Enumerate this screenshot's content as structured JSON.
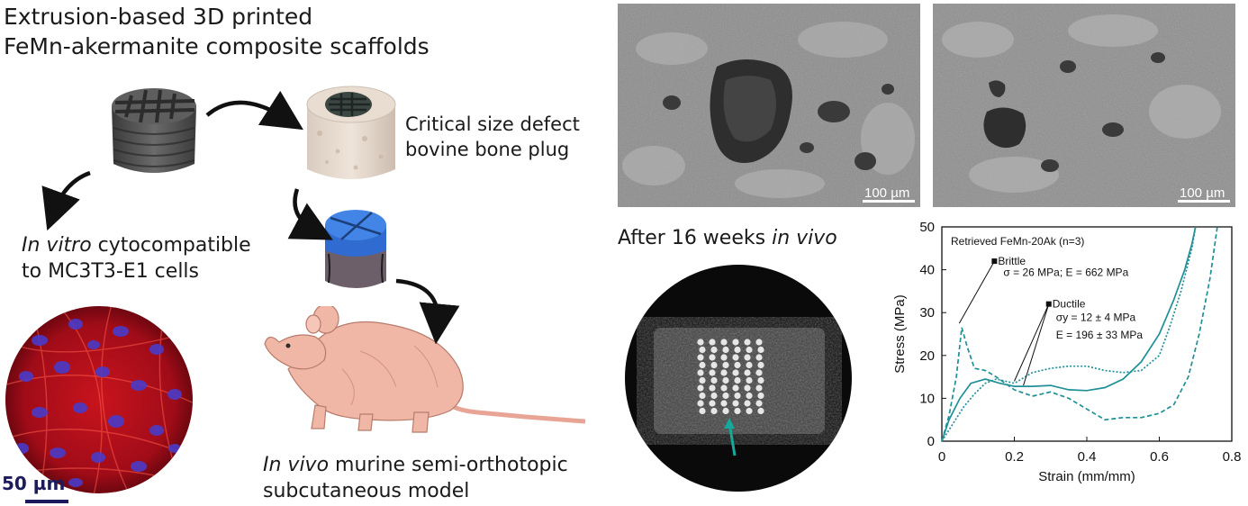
{
  "title": {
    "line1": "Extrusion-based 3D printed",
    "line2": "FeMn-akermanite composite scaffolds"
  },
  "labels": {
    "defect_line1": "Critical size defect",
    "defect_line2": "bovine bone plug",
    "invitro_italic": "In vitro",
    "invitro_rest": " cytocompatible",
    "invitro_line2": "to MC3T3-E1 cells",
    "invivo_italic": "In vivo",
    "invivo_rest": " murine semi-orthotopic",
    "invivo_line2": "subcutaneous model",
    "after_prefix": "After 16 weeks ",
    "after_italic": "in vivo"
  },
  "scale_bars": {
    "sem_left": "100 µm",
    "sem_right": "100 µm",
    "fluorescence": "50 µm"
  },
  "colors": {
    "curve": "#1f8f98",
    "fluor_red": "#c8141e",
    "fluor_blue": "#3a2fb0",
    "scalebar": "#1c1c5c"
  },
  "chart_data": {
    "type": "line",
    "title": "Retrieved FeMn-20Ak (n=3)",
    "xlabel": "Strain (mm/mm)",
    "ylabel": "Stress (MPa)",
    "xlim": [
      0,
      0.8
    ],
    "ylim": [
      0,
      50
    ],
    "xticks": [
      "0",
      "0.2",
      "0.4",
      "0.6",
      "0.8"
    ],
    "yticks": [
      "0",
      "10",
      "20",
      "30",
      "40",
      "50"
    ],
    "annotations": {
      "brittle_label": "Brittle",
      "brittle_values": "σ = 26 MPa; E = 662 MPa",
      "ductile_label": "Ductile",
      "ductile_sigma": "σy = 12 ± 4 MPa",
      "ductile_e": "E = 196 ± 33 MPa"
    },
    "series": [
      {
        "style": "solid",
        "x": [
          0,
          0.02,
          0.05,
          0.08,
          0.12,
          0.16,
          0.2,
          0.25,
          0.3,
          0.35,
          0.4,
          0.45,
          0.5,
          0.55,
          0.6,
          0.64,
          0.67,
          0.69,
          0.7
        ],
        "y": [
          0,
          5,
          10,
          13.5,
          14.5,
          13.5,
          12.8,
          12.8,
          13,
          12,
          11.8,
          12.5,
          14.5,
          18.5,
          25,
          33,
          40,
          46,
          50
        ]
      },
      {
        "style": "dashed",
        "x": [
          0,
          0.02,
          0.04,
          0.055,
          0.07,
          0.09,
          0.12,
          0.15,
          0.2,
          0.25,
          0.3,
          0.35,
          0.4,
          0.45,
          0.5,
          0.55,
          0.6,
          0.64,
          0.68,
          0.71,
          0.74,
          0.76
        ],
        "y": [
          0,
          6,
          15,
          26.5,
          22,
          17,
          16.5,
          15,
          12,
          10.5,
          11.5,
          10,
          7.5,
          5,
          5.5,
          5.5,
          6.5,
          8.5,
          15,
          25,
          38,
          50
        ]
      },
      {
        "style": "dotted",
        "x": [
          0,
          0.03,
          0.06,
          0.09,
          0.12,
          0.15,
          0.2,
          0.25,
          0.3,
          0.35,
          0.4,
          0.45,
          0.5,
          0.55,
          0.6,
          0.63,
          0.66,
          0.69,
          0.7
        ],
        "y": [
          0,
          4,
          8,
          11,
          13.5,
          14.5,
          13.5,
          16,
          17,
          17.5,
          17.5,
          16.5,
          16,
          16.5,
          20,
          27,
          35,
          45,
          50
        ]
      }
    ]
  }
}
